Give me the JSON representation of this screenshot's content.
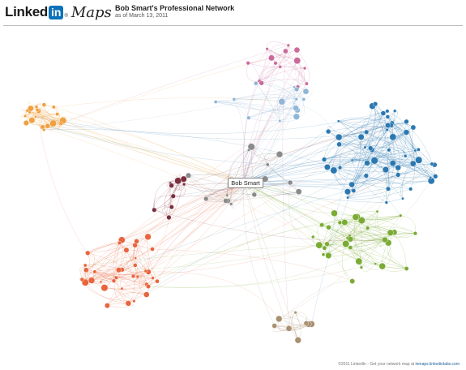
{
  "header": {
    "logo_linked": "Linked",
    "logo_in": "in",
    "logo_tm": "®",
    "logo_maps": "Maps",
    "title": "Bob Smart's Professional Network",
    "subtitle": "as of March 13, 2011"
  },
  "center_label": "Bob Smart",
  "footer": {
    "text": "©2011 LinkedIn - Get your network map at",
    "link": "inmaps.linkedinlabs.com"
  },
  "colors": {
    "orange": "#f0a040",
    "red": "#e8643c",
    "maroon": "#7a2e3e",
    "pink": "#c96b9a",
    "lightblue": "#8fb6d6",
    "blue": "#2b78b0",
    "green": "#7aab35",
    "gray": "#8a8a8a",
    "tan": "#a89070"
  }
}
